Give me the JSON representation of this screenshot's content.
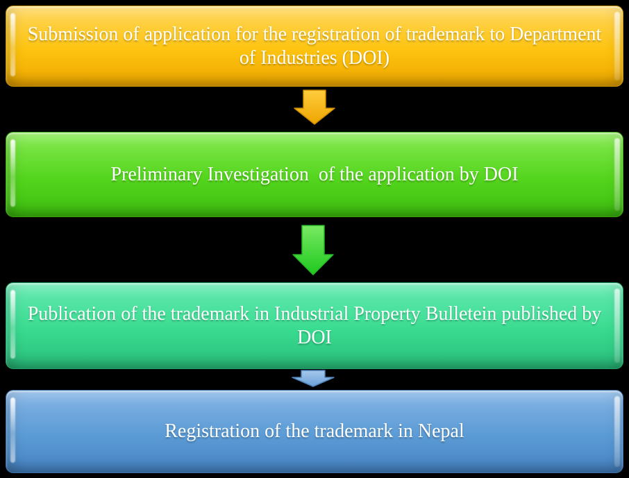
{
  "background_color": "#000000",
  "text_color": "#FFFFFF",
  "steps": [
    {
      "id": "submission",
      "label": "Submission of application for the registration of trademark to Department of Industries (DOI)",
      "fill": "#FDC30F",
      "fill_top": "#FFD75E",
      "fill_bottom": "#EFA800"
    },
    {
      "id": "preliminary-investigation",
      "label": "Preliminary Investigation  of the application by DOI",
      "fill": "#54D51D",
      "fill_top": "#86EA51",
      "fill_bottom": "#3DBE0F"
    },
    {
      "id": "publication",
      "label": "Publication of the trademark in Industrial Property Bulletein published by DOI",
      "fill": "#39DB90",
      "fill_top": "#65EAB2",
      "fill_bottom": "#29BD7A"
    },
    {
      "id": "registration",
      "label": "Registration of the trademark in Nepal",
      "fill": "#5B9BD5",
      "fill_top": "#85B5E5",
      "fill_bottom": "#4683C3"
    }
  ],
  "arrows": [
    {
      "id": "arrow-1",
      "direction": "down",
      "color": "#F6AC00"
    },
    {
      "id": "arrow-2",
      "direction": "down",
      "color": "#2ED42E"
    },
    {
      "id": "arrow-3",
      "direction": "down",
      "color": "#74A9DD"
    }
  ]
}
